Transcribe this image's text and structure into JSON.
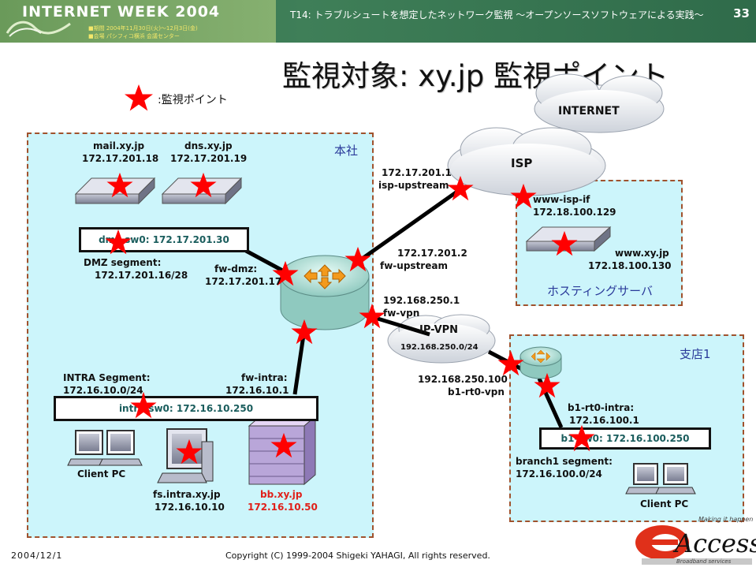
{
  "header": {
    "logo_title": "INTERNET WEEK 2004",
    "logo_sub1": "■期間 2004年11月30日(火)～12月3日(金)",
    "logo_sub2": "■会場 パシフィコ横浜 会議センター",
    "topic": "T14: トラブルシュートを想定したネットワーク監視 ～オープンソースソフトウェアによる実践～",
    "page_number": "33"
  },
  "title": "監視対象: xy.jp 監視ポイント",
  "legend": {
    "label": ":監視ポイント",
    "icon": "red-star-icon",
    "color": "#ff0000"
  },
  "regions": {
    "honsha": "本社",
    "hosting": "ホスティングサーバ",
    "branch": "支店1"
  },
  "clouds": {
    "internet": "INTERNET",
    "isp": "ISP",
    "ipvpn": "IP-VPN",
    "ipvpn_net": "192.168.250.0/24"
  },
  "labels": {
    "mail_name": "mail.xy.jp",
    "mail_ip": "172.17.201.18",
    "dns_name": "dns.xy.jp",
    "dns_ip": "172.17.201.19",
    "dmz_switch": "dmz-sw0: 172.17.201.30",
    "dmz_seg": "DMZ segment:",
    "dmz_net": "172.17.201.16/28",
    "fw_dmz": "fw-dmz:",
    "fw_dmz_ip": "172.17.201.17",
    "isp_up_ip": "172.17.201.1",
    "isp_up": "isp-upstream",
    "fw_up_ip": "172.17.201.2",
    "fw_up": "fw-upstream",
    "fw_vpn_ip": "192.168.250.1",
    "fw_vpn": "fw-vpn",
    "www_isp_if": "www-isp-if",
    "www_isp_if_ip": "172.18.100.129",
    "www_name": "www.xy.jp",
    "www_ip": "172.18.100.130",
    "intra_seg": "INTRA Segment:",
    "intra_net": "172.16.10.0/24",
    "fw_intra": "fw-intra:",
    "fw_intra_ip": "172.16.10.1",
    "intra_switch": "intra-sw0: 172.16.10.250",
    "client_pc": "Client PC",
    "fs_name": "fs.intra.xy.jp",
    "fs_ip": "172.16.10.10",
    "bb_name": "bb.xy.jp",
    "bb_ip": "172.16.10.50",
    "b1_vpn_ip": "192.168.250.100",
    "b1_vpn": "b1-rt0-vpn",
    "b1_intra": "b1-rt0-intra:",
    "b1_intra_ip": "172.16.100.1",
    "b1_switch": "b1-sw0: 172.16.100.250",
    "branch_seg": "branch1 segment:",
    "branch_net": "172.16.100.0/24",
    "client_pc2": "Client PC"
  },
  "footer": {
    "date": "2004/12/1",
    "copyright": "Copyright (C) 1999-2004 Shigeki YAHAGI, All rights reserved."
  },
  "brand": {
    "name": "Access",
    "tagline": "Making it happen",
    "sub": "Broadband services"
  }
}
